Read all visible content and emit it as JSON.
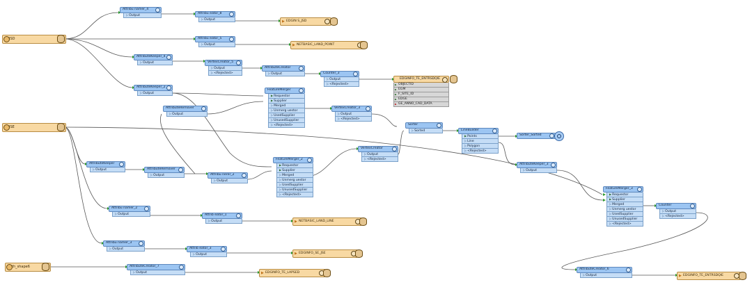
{
  "readers": [
    {
      "id": "r1",
      "label": "JSD"
    },
    {
      "id": "r2",
      "label": "JSE"
    },
    {
      "id": "r3",
      "label": "th_shape6"
    }
  ],
  "transformers": [
    {
      "id": "t1",
      "label": "Attribu  namer_4",
      "ports": [
        "Output"
      ]
    },
    {
      "id": "t2",
      "label": "Attribu  eator_8",
      "ports": [
        "Output"
      ]
    },
    {
      "id": "t3",
      "label": "Attribu  eator_5",
      "ports": [
        "Output"
      ]
    },
    {
      "id": "t4",
      "label": "AttributeKeeper_4",
      "ports": [
        "Output"
      ]
    },
    {
      "id": "t5",
      "label": "VertexCreator_5",
      "ports": [
        "Output",
        "<Rejected>"
      ]
    },
    {
      "id": "t6",
      "label": "AttributeCreator",
      "ports": [
        "Output"
      ]
    },
    {
      "id": "t7",
      "label": "Counter_3",
      "ports": [
        "Output",
        "<Rejected>"
      ]
    },
    {
      "id": "t8",
      "label": "AttributeKeeper_2",
      "ports": [
        "Output"
      ]
    },
    {
      "id": "t9",
      "label": "FeatureMerger",
      "ports": [
        "Requestor",
        "Supplier",
        "Merged",
        "Unmerg  uestor",
        "UsedSupplier",
        "UnusedSupplier",
        "<Rejected>"
      ]
    },
    {
      "id": "t10",
      "label": "AttributeRemover",
      "ports": [
        "Output"
      ]
    },
    {
      "id": "t11",
      "label": "VertexCreator_3",
      "ports": [
        "Output",
        "<Rejected>"
      ]
    },
    {
      "id": "t12",
      "label": "Sorter",
      "ports": [
        "Sorted"
      ]
    },
    {
      "id": "t13",
      "label": "LineBuilder",
      "ports": [
        "Points",
        "Line",
        "Polygon",
        "<Rejected>"
      ]
    },
    {
      "id": "t14",
      "label": "VertexCreator",
      "ports": [
        "Output",
        "<Rejected>"
      ]
    },
    {
      "id": "t15",
      "label": "AttributeKeeper",
      "ports": [
        "Output"
      ]
    },
    {
      "id": "t16",
      "label": "AttributeRemover",
      "ports": [
        "Output"
      ]
    },
    {
      "id": "t17",
      "label": "Attribu  nerer_2",
      "ports": [
        "Output"
      ]
    },
    {
      "id": "t18",
      "label": "FeatureMerger_2",
      "ports": [
        "Requestor",
        "Supplier",
        "Merged",
        "Unmerg  uestor",
        "UsedSupplier",
        "UnusedSupplier",
        "<Rejected>"
      ]
    },
    {
      "id": "t19",
      "label": "AttributeKeeper_3",
      "ports": [
        "Output"
      ]
    },
    {
      "id": "t20",
      "label": "Attribu  namer_2",
      "ports": [
        "Output"
      ]
    },
    {
      "id": "t21",
      "label": "Attrib  eator_1",
      "ports": [
        "Output"
      ]
    },
    {
      "id": "t22",
      "label": "FeatureMerger_3",
      "ports": [
        "Requestor",
        "Supplier",
        "Merged",
        "Unmerg  uestor",
        "UsedSupplier",
        "UnusedSupplier",
        "<Rejected>"
      ]
    },
    {
      "id": "t23",
      "label": "Counter",
      "ports": [
        "Output",
        "<Rejected>"
      ]
    },
    {
      "id": "t24",
      "label": "Attribu  namer_3",
      "ports": [
        "Output"
      ]
    },
    {
      "id": "t25",
      "label": "Attrib  eator_3",
      "ports": [
        "Output"
      ]
    },
    {
      "id": "t26",
      "label": "AttributeCreator_7",
      "ports": [
        "Output"
      ]
    },
    {
      "id": "t27",
      "label": "AttributeCreator_6",
      "ports": [
        "Output"
      ]
    }
  ],
  "writers": [
    {
      "id": "w1",
      "label": "EDGIN  S_JSD"
    },
    {
      "id": "w2",
      "label": "NETBASIC_LAND_POINT"
    },
    {
      "id": "w3",
      "label": "NETBASIC_LAND_LINE"
    },
    {
      "id": "w4",
      "label": "EDGINFO_SE_JSE"
    },
    {
      "id": "w5",
      "label": "EDGINFO_TE_LAPSED"
    },
    {
      "id": "w6",
      "label": "EDGINFO_TE_ENTRSDQIE"
    }
  ],
  "feature_writer": {
    "label": "EDGINFO_TE_ENTRSDQIE",
    "attrs": [
      "OBJECTID",
      "EGM",
      "F_SITE_ID",
      "EDGE",
      "GE_ANNO_CAD_DATA"
    ]
  },
  "inspector": {
    "label": "Sorter_Sorted"
  }
}
